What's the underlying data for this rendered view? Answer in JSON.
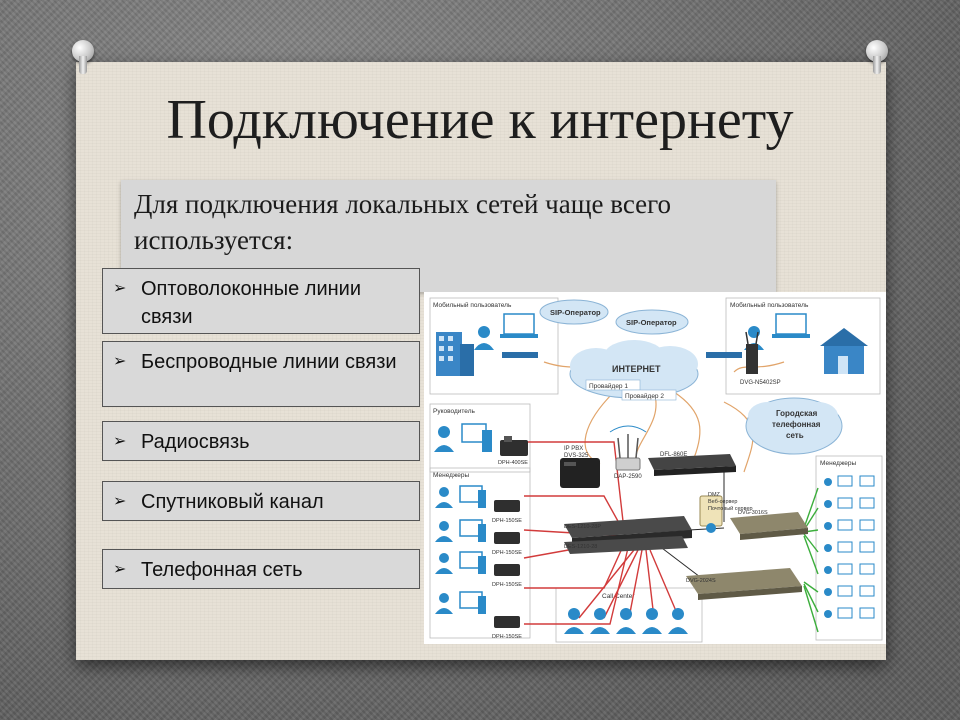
{
  "slide": {
    "title": "Подключение к интернету",
    "intro": "Для подключения локальных сетей чаще всего используется:",
    "bullet_glyph": "➢",
    "items": [
      "Оптоволоконные линии связи",
      "Беспроводные линии связи",
      "Радиосвязь",
      "Спутниковый канал",
      "Телефонная сеть"
    ]
  },
  "diagram": {
    "mobile_user_left": "Мобильный пользователь",
    "mobile_user_right": "Мобильный пользователь",
    "sip1": "SIP-Оператор",
    "sip2": "SIP-Оператор",
    "internet": "ИНТЕРНЕТ",
    "provider1": "Провайдер 1",
    "provider2": "Провайдер 2",
    "city_phone_line1": "Городская",
    "city_phone_line2": "телефонная",
    "city_phone_line3": "сеть",
    "leader": "Руководитель",
    "managers_left": "Менеджеры",
    "managers_right": "Менеджеры",
    "call_center": "Call Center",
    "dvg_n5402sp": "DVG-N5402SP",
    "dph_400se": "DPH-400SE",
    "dph_150se": "DPH-150SE",
    "ip_pbx": "IP PBX",
    "dvs_325": "DVS-325",
    "dap_2590": "DAP-2590",
    "dfl_860e": "DFL-860E",
    "dmz_1": "DMZ",
    "dmz_2": "Веб-сервер",
    "dmz_3": "Почтовый сервер",
    "des_1210_28p": "DES-1210-28P",
    "des_1210_28": "DES-1210-28",
    "dvg_3016s": "DVG-3016S",
    "dvg_2024s": "DVG-2024S"
  },
  "colors": {
    "background": "#7d7d7d",
    "paper": "#e7e1d6",
    "line_red": "#d23b3b",
    "line_green": "#3cae3c",
    "line_orange": "#e1a46a",
    "cloud": "#d3e6f5",
    "accent_blue": "#2a8ac8"
  }
}
